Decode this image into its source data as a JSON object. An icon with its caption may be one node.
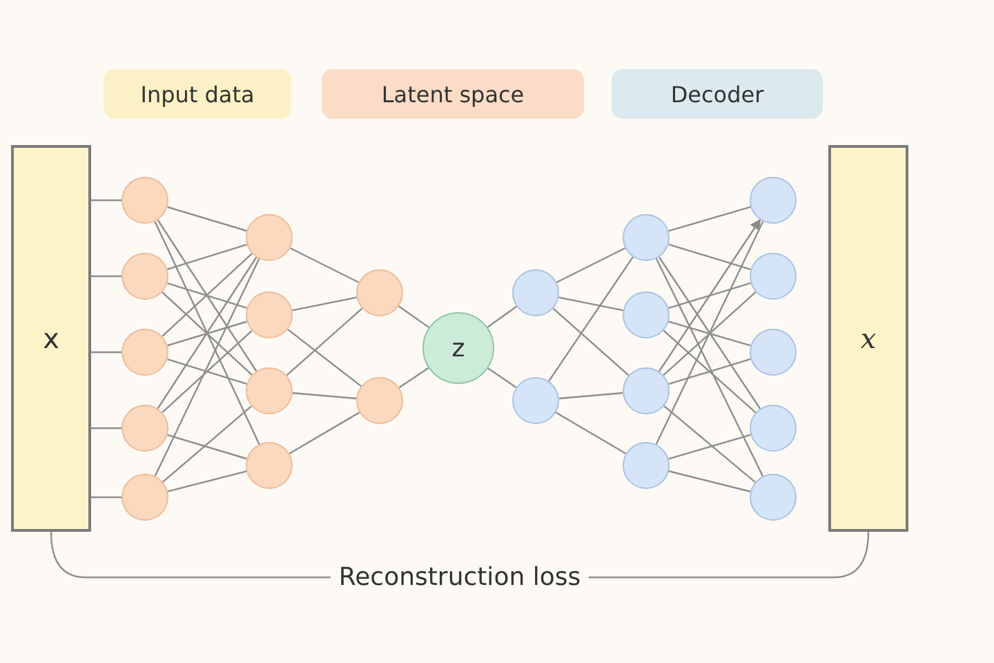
{
  "diagram": {
    "nodes": [
      {
        "text": [
          "Input data"
        ]
      },
      {
        "text": [
          "Latent space"
        ]
      },
      {
        "text": [
          "Decoder"
        ]
      },
      {
        "text": [
          "x"
        ]
      },
      {
        "text": [],
        "shape": "circle"
      },
      {
        "text": [],
        "shape": "circle"
      },
      {
        "text": [],
        "shape": "circle"
      },
      {
        "text": [],
        "shape": "circle"
      },
      {
        "text": [],
        "shape": "circle"
      },
      {
        "text": [],
        "shape": "circle"
      },
      {
        "text": [],
        "shape": "circle"
      },
      {
        "text": [],
        "shape": "circle"
      },
      {
        "text": [],
        "shape": "circle"
      },
      {
        "text": [],
        "shape": "circle"
      },
      {
        "text": [],
        "shape": "circle"
      },
      {
        "text": [
          "z"
        ]
      },
      {
        "text": [],
        "shape": "circle"
      },
      {
        "text": [],
        "shape": "circle"
      },
      {
        "text": [],
        "shape": "circle"
      },
      {
        "text": [],
        "shape": "circle"
      },
      {
        "text": [],
        "shape": "circle"
      },
      {
        "text": [],
        "shape": "circle"
      },
      {
        "text": [],
        "shape": "circle"
      },
      {
        "text": [],
        "shape": "circle"
      },
      {
        "text": [],
        "shape": "circle"
      },
      {
        "text": [],
        "shape": "circle"
      },
      {
        "text": [],
        "shape": "circle"
      },
      {
        "text": [
          "x"
        ]
      }
    ],
    "edges": [
      {
        "from": 3,
        "to": 4,
        "arrow": "none"
      },
      {
        "from": 3,
        "to": 5,
        "arrow": "none"
      },
      {
        "from": 3,
        "to": 6,
        "arrow": "none"
      },
      {
        "from": 3,
        "to": 7,
        "arrow": "none"
      },
      {
        "from": 3,
        "to": 8,
        "arrow": "none"
      },
      {
        "from": 4,
        "to": 9,
        "arrow": "none"
      },
      {
        "from": 4,
        "to": 11,
        "arrow": "none"
      },
      {
        "from": 4,
        "to": 12,
        "arrow": "none"
      },
      {
        "from": 5,
        "to": 9,
        "arrow": "none"
      },
      {
        "from": 5,
        "to": 10,
        "arrow": "none"
      },
      {
        "from": 5,
        "to": 11,
        "arrow": "none"
      },
      {
        "from": 6,
        "to": 9,
        "arrow": "none"
      },
      {
        "from": 6,
        "to": 10,
        "arrow": "none"
      },
      {
        "from": 6,
        "to": 11,
        "arrow": "none"
      },
      {
        "from": 7,
        "to": 9,
        "arrow": "none"
      },
      {
        "from": 7,
        "to": 10,
        "arrow": "none"
      },
      {
        "from": 7,
        "to": 12,
        "arrow": "none"
      },
      {
        "from": 8,
        "to": 9,
        "arrow": "none"
      },
      {
        "from": 8,
        "to": 11,
        "arrow": "none"
      },
      {
        "from": 8,
        "to": 12,
        "arrow": "none"
      },
      {
        "from": 9,
        "to": 13,
        "arrow": "none"
      },
      {
        "from": 10,
        "to": 13,
        "arrow": "none"
      },
      {
        "from": 10,
        "to": 14,
        "arrow": "none"
      },
      {
        "from": 11,
        "to": 13,
        "arrow": "none"
      },
      {
        "from": 11,
        "to": 14,
        "arrow": "none"
      },
      {
        "from": 12,
        "to": 14,
        "arrow": "none"
      },
      {
        "from": 13,
        "to": 15,
        "arrow": "none"
      },
      {
        "from": 14,
        "to": 15,
        "arrow": "none"
      },
      {
        "from": 15,
        "to": 16,
        "arrow": "none"
      },
      {
        "from": 15,
        "to": 17,
        "arrow": "none"
      },
      {
        "from": 16,
        "to": 18,
        "arrow": "none"
      },
      {
        "from": 16,
        "to": 19,
        "arrow": "none"
      },
      {
        "from": 16,
        "to": 20,
        "arrow": "none"
      },
      {
        "from": 17,
        "to": 18,
        "arrow": "none"
      },
      {
        "from": 17,
        "to": 20,
        "arrow": "none"
      },
      {
        "from": 17,
        "to": 21,
        "arrow": "none"
      },
      {
        "from": 18,
        "to": 22,
        "arrow": "none"
      },
      {
        "from": 18,
        "to": 23,
        "arrow": "none"
      },
      {
        "from": 18,
        "to": 25,
        "arrow": "none"
      },
      {
        "from": 18,
        "to": 26,
        "arrow": "none"
      },
      {
        "from": 19,
        "to": 23,
        "arrow": "none"
      },
      {
        "from": 19,
        "to": 24,
        "arrow": "none"
      },
      {
        "from": 19,
        "to": 25,
        "arrow": "none"
      },
      {
        "from": 20,
        "to": 22,
        "arrow": "to"
      },
      {
        "from": 20,
        "to": 23,
        "arrow": "none"
      },
      {
        "from": 20,
        "to": 24,
        "arrow": "none"
      },
      {
        "from": 20,
        "to": 26,
        "arrow": "none"
      },
      {
        "from": 21,
        "to": 22,
        "arrow": "none"
      },
      {
        "from": 21,
        "to": 25,
        "arrow": "none"
      },
      {
        "from": 21,
        "to": 26,
        "arrow": "none"
      },
      {
        "from": 3,
        "to": 27,
        "arrow": "none",
        "label": "Reconstruction loss"
      }
    ]
  }
}
